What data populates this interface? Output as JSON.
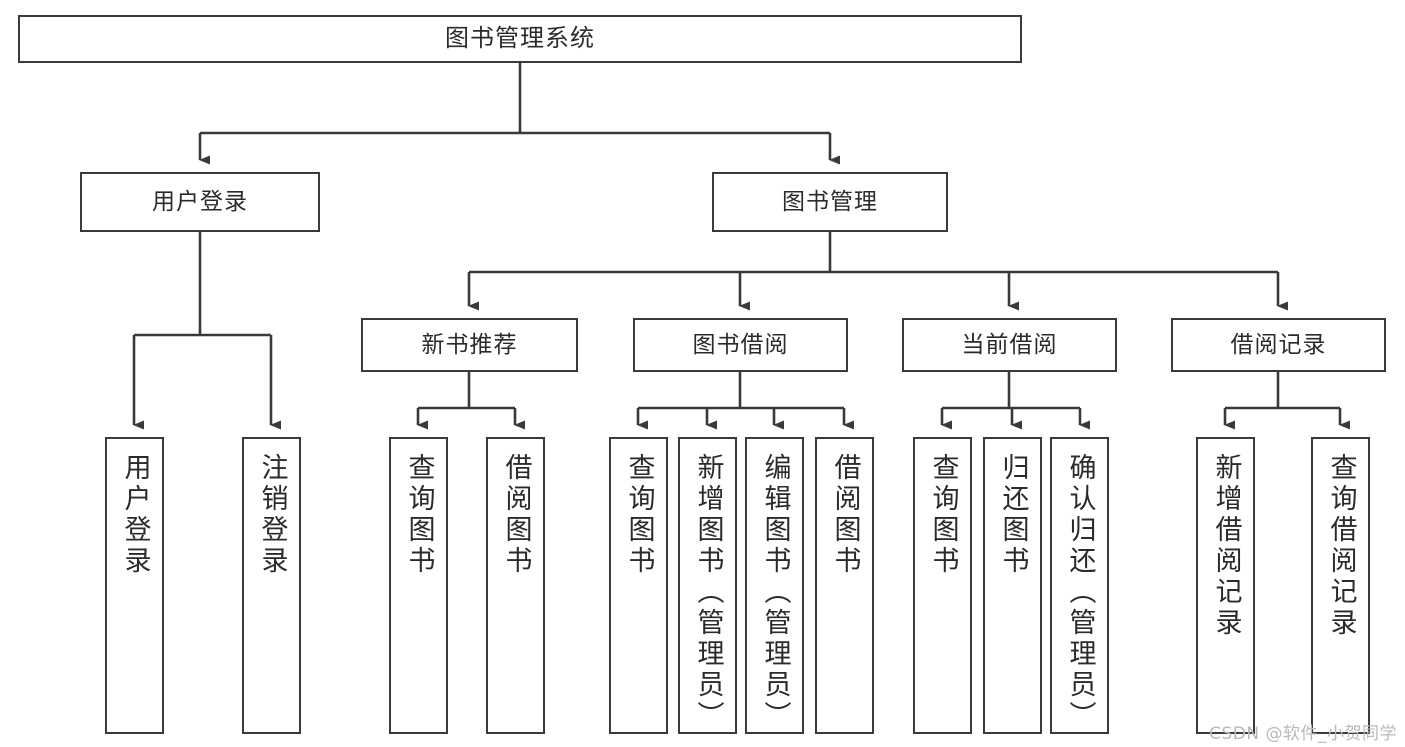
{
  "diagram": {
    "title": "图书管理系统",
    "type": "hierarchy-tree",
    "watermark": "CSDN @软件_小贺同学",
    "colors": {
      "stroke": "#3a3a3a",
      "fill": "#ffffff",
      "text": "#2b2b2b",
      "watermark": "#b9b9b9"
    },
    "levels": {
      "root": {
        "label": "图书管理系统"
      },
      "level2": [
        {
          "label": "用户登录"
        },
        {
          "label": "图书管理"
        }
      ],
      "level3": [
        {
          "label": "新书推荐"
        },
        {
          "label": "图书借阅"
        },
        {
          "label": "当前借阅"
        },
        {
          "label": "借阅记录"
        }
      ],
      "level4": [
        {
          "label": "用户登录",
          "parent": "用户登录"
        },
        {
          "label": "注销登录",
          "parent": "用户登录"
        },
        {
          "label": "查询图书",
          "parent": "新书推荐"
        },
        {
          "label": "借阅图书",
          "parent": "新书推荐"
        },
        {
          "label": "查询图书",
          "parent": "图书借阅"
        },
        {
          "label": "新增图书（管理员）",
          "parent": "图书借阅"
        },
        {
          "label": "编辑图书（管理员）",
          "parent": "图书借阅"
        },
        {
          "label": "借阅图书",
          "parent": "图书借阅"
        },
        {
          "label": "查询图书",
          "parent": "当前借阅"
        },
        {
          "label": "归还图书",
          "parent": "当前借阅"
        },
        {
          "label": "确认归还（管理员）",
          "parent": "当前借阅"
        },
        {
          "label": "新增借阅记录",
          "parent": "借阅记录"
        },
        {
          "label": "查询借阅记录",
          "parent": "借阅记录"
        }
      ]
    }
  }
}
